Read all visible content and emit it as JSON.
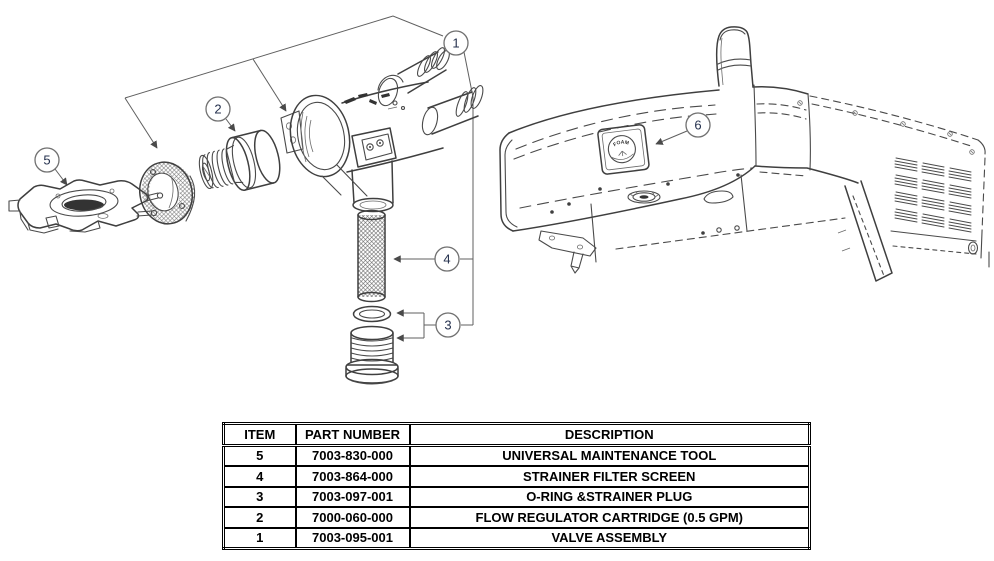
{
  "figure": {
    "callouts": [
      "1",
      "2",
      "3",
      "4",
      "5",
      "6"
    ],
    "dial_label": "FOAM"
  },
  "table": {
    "headers": [
      "ITEM",
      "PART NUMBER",
      "DESCRIPTION"
    ],
    "rows": [
      [
        "5",
        "7003-830-000",
        "UNIVERSAL MAINTENANCE TOOL"
      ],
      [
        "4",
        "7003-864-000",
        "STRAINER FILTER SCREEN"
      ],
      [
        "3",
        "7003-097-001",
        "O-RING &STRAINER PLUG"
      ],
      [
        "2",
        "7000-060-000",
        "FLOW REGULATOR CARTRIDGE (0.5 GPM)"
      ],
      [
        "1",
        "7003-095-001",
        "VALVE ASSEMBLY"
      ]
    ]
  },
  "colors": {
    "background": "#ffffff",
    "line": "#4a4a4a",
    "table_border": "#000000"
  }
}
